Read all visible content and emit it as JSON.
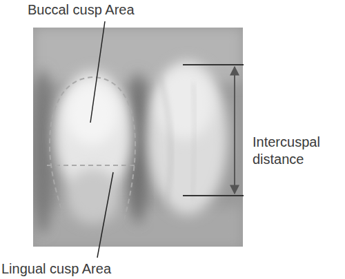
{
  "diagram": {
    "labels": [
      "Buccal cusp Area",
      "Intercuspal distance",
      "Lingual cusp Area"
    ]
  }
}
